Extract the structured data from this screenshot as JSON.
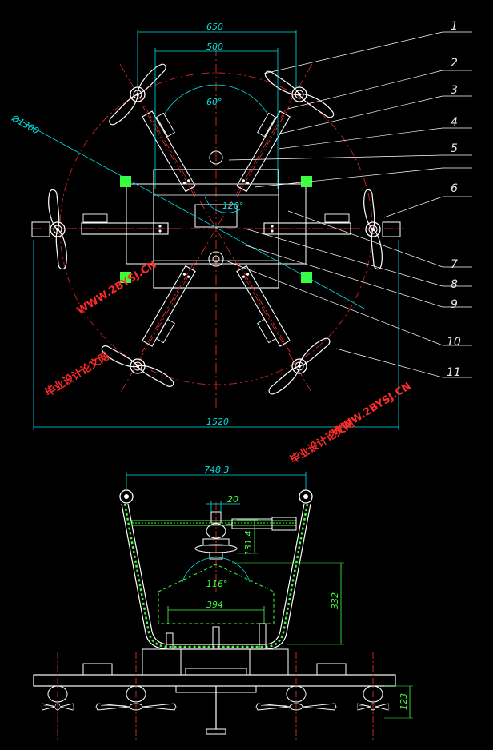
{
  "top_view": {
    "dims": {
      "w650": "650",
      "w500": "500",
      "angle60": "60°",
      "dia1300": "Ø1300",
      "angle120": "120°",
      "w1520": "1520"
    }
  },
  "callouts": [
    "1",
    "2",
    "3",
    "4",
    "5",
    "6",
    "7",
    "8",
    "9",
    "10",
    "11"
  ],
  "side_view": {
    "dims": {
      "w748": "748.3",
      "w20": "20",
      "h131": "131.4",
      "angle116": "116°",
      "w394": "394",
      "h332": "332",
      "h123": "123"
    }
  },
  "watermarks": [
    {
      "site": "WWW.2BYSJ.CN",
      "brand": "毕业设计论文网"
    },
    {
      "site": "WWW.2BYSJ.CN",
      "brand": "毕业设计论文网"
    }
  ],
  "colors": {
    "background": "#000000",
    "dimension": "#00e5e5",
    "outline": "#ffffff",
    "centerline": "#ff3030",
    "circle": "#c02020",
    "hatch": "#40ff40",
    "watermark": "#ff2a2a"
  }
}
